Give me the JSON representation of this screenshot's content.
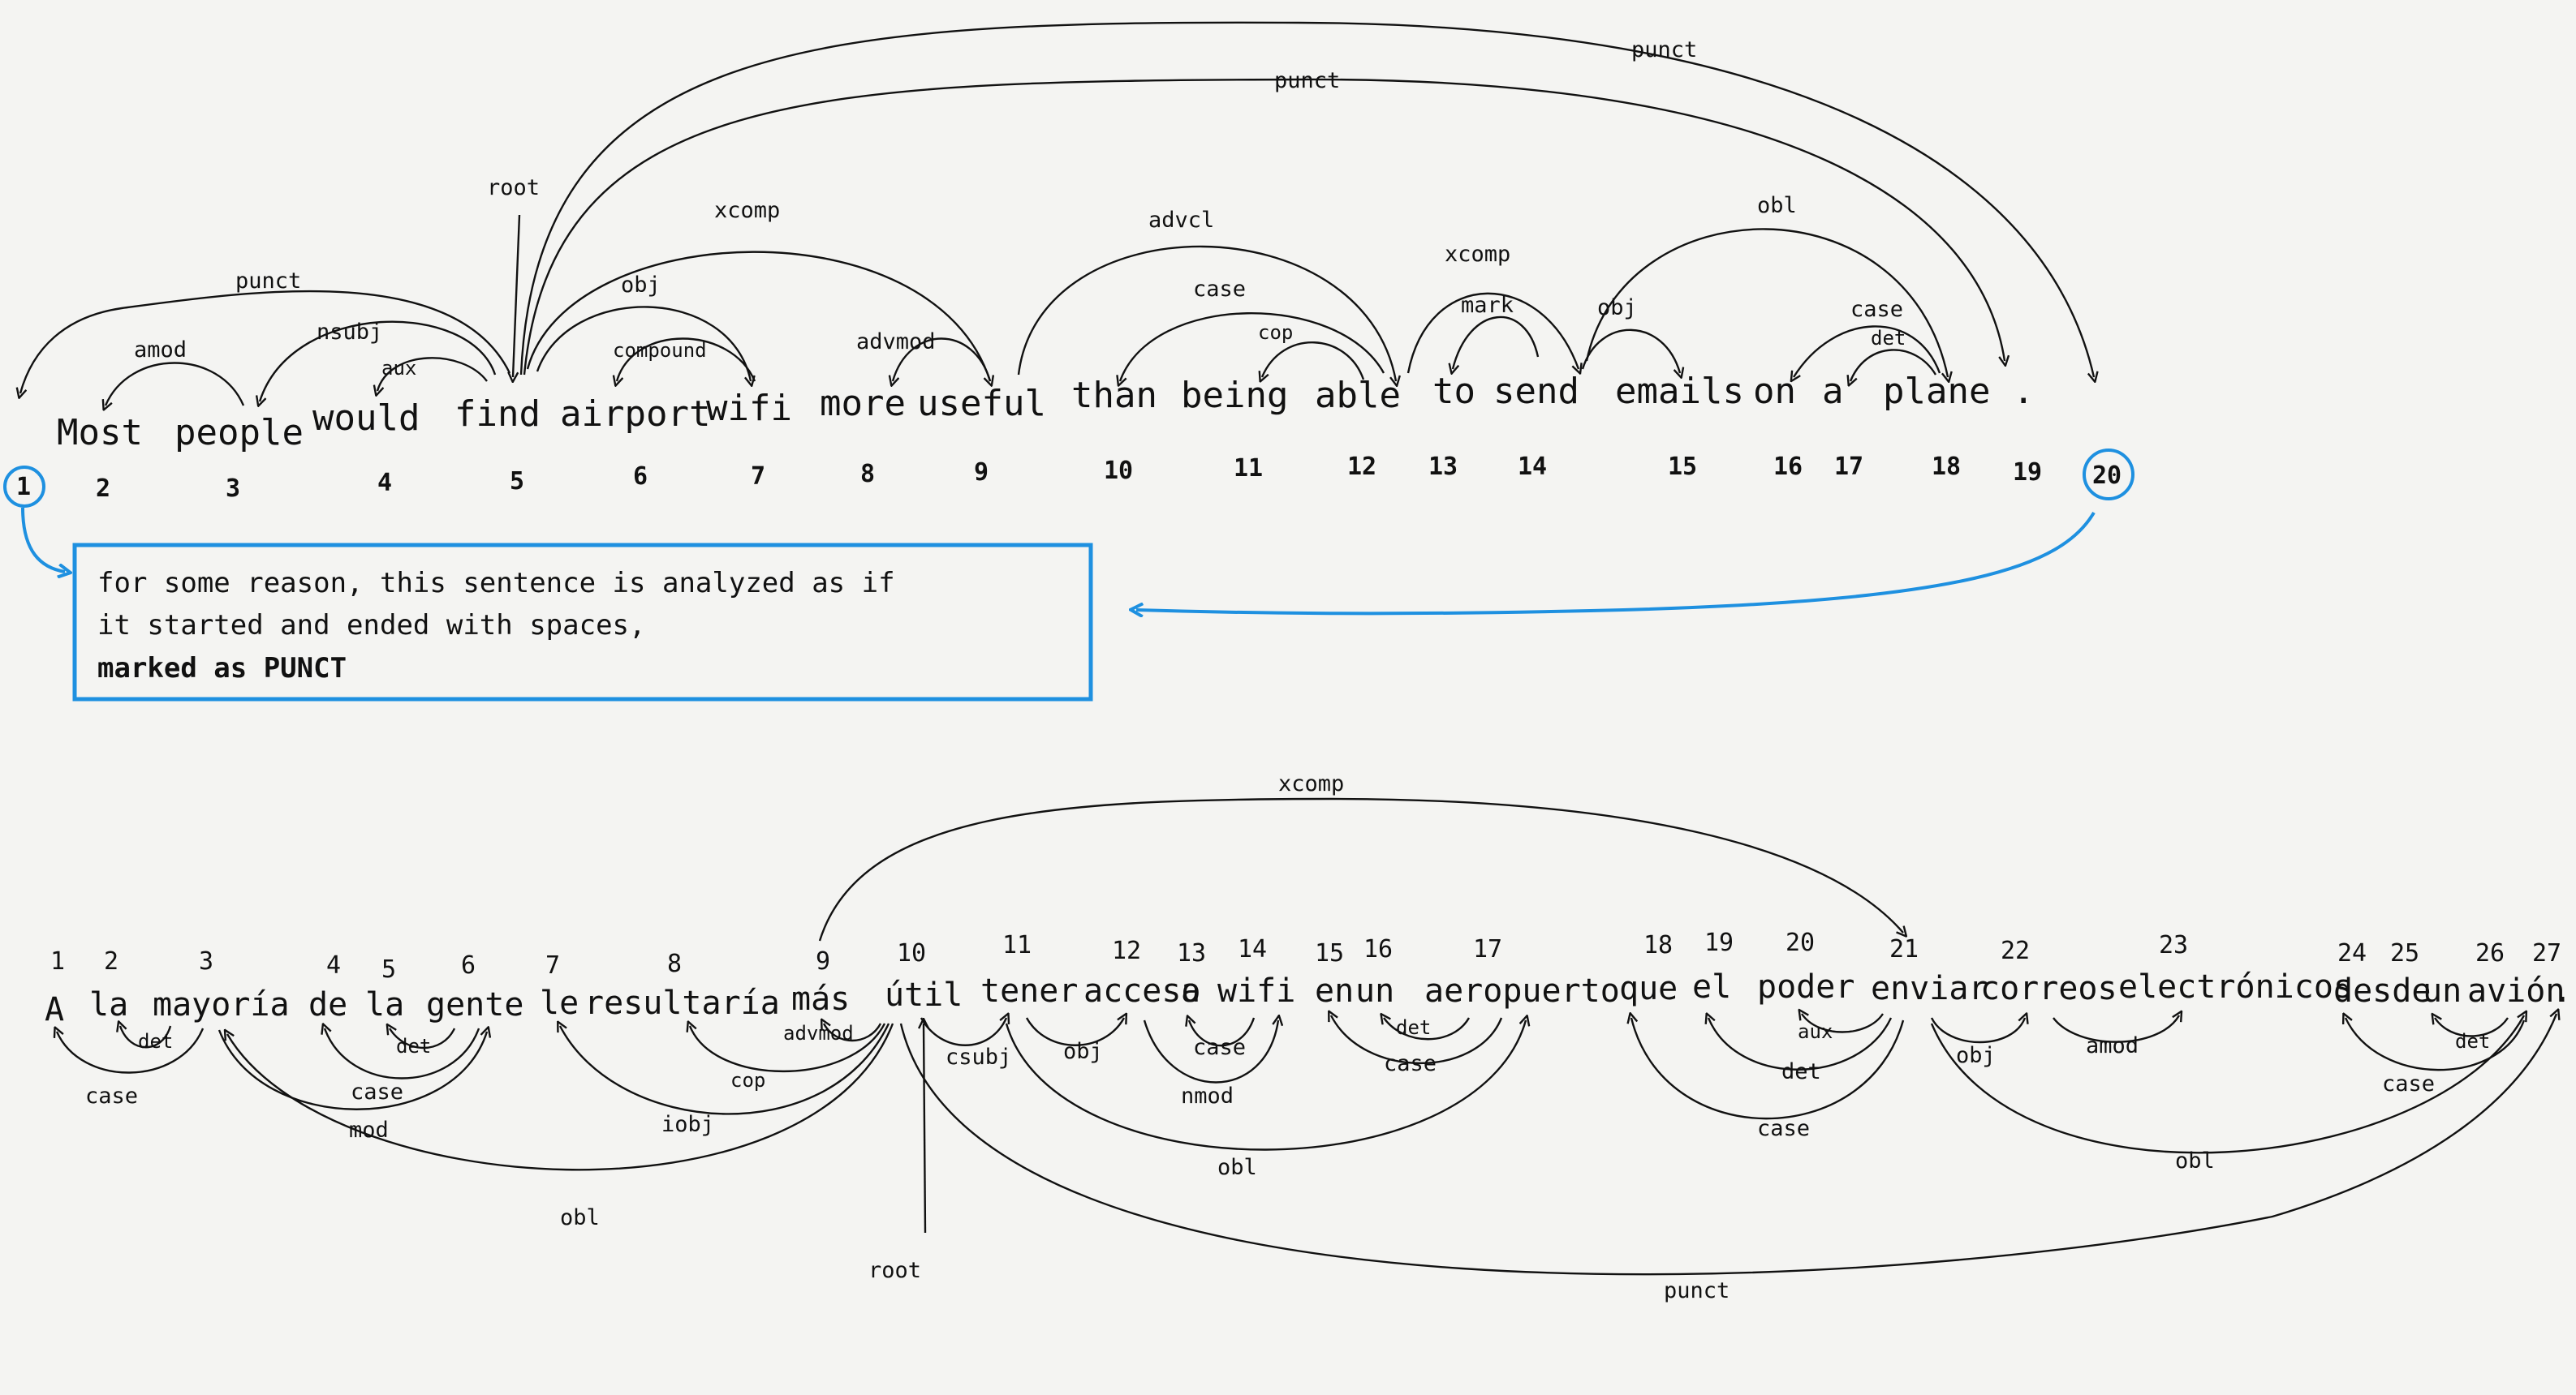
{
  "english": {
    "words": [
      "Most",
      "people",
      "would",
      "find",
      "airport",
      "wifi",
      "more",
      "useful",
      "than",
      "being",
      "able",
      "to",
      "send",
      "emails",
      "on",
      "a",
      "plane",
      "."
    ],
    "numbers": [
      "1",
      "2",
      "3",
      "4",
      "5",
      "6",
      "7",
      "8",
      "9",
      "10",
      "11",
      "12",
      "13",
      "14",
      "15",
      "16",
      "17",
      "18",
      "19",
      "20"
    ],
    "labels": {
      "root": "root",
      "punct_top": "punct",
      "punct_mid": "punct",
      "punct_left": "punct",
      "xcomp": "xcomp",
      "obj": "obj",
      "compound": "compound",
      "amod": "amod",
      "nsubj": "nsubj",
      "aux": "aux",
      "advmod": "advmod",
      "advcl": "advcl",
      "case": "case",
      "cop": "cop",
      "xcomp2": "xcomp",
      "mark": "mark",
      "obj2": "obj",
      "obl": "obl",
      "case2": "case",
      "det": "det"
    }
  },
  "note": {
    "line1": "for some reason, this sentence is analyzed as if",
    "line2": "it started and ended with spaces,",
    "line3": "marked as PUNCT"
  },
  "spanish": {
    "words": [
      "A",
      "la",
      "mayoría",
      "de",
      "la",
      "gente",
      "le",
      "resultaría",
      "más",
      "útil",
      "tener",
      "acceso",
      "a",
      "wifi",
      "en",
      "un",
      "aeropuerto",
      "que",
      "el",
      "poder",
      "enviar",
      "correos",
      "electrónicos",
      "desde",
      "un",
      "avión",
      "."
    ],
    "numbers": [
      "1",
      "2",
      "3",
      "4",
      "5",
      "6",
      "7",
      "8",
      "9",
      "10",
      "11",
      "12",
      "13",
      "14",
      "15",
      "16",
      "17",
      "18",
      "19",
      "20",
      "21",
      "22",
      "23",
      "24",
      "25",
      "26",
      "27"
    ],
    "labels": {
      "xcomp": "xcomp",
      "det1": "det",
      "case1": "case",
      "det2": "det",
      "case2": "case",
      "mod": "mod",
      "obl1": "obl",
      "iobj": "iobj",
      "cop": "cop",
      "advmod": "advmod",
      "csubj": "csubj",
      "obj": "obj",
      "case3": "case",
      "nmod": "nmod",
      "det3": "det",
      "case4": "case",
      "obl2": "obl",
      "aux": "aux",
      "det4": "det",
      "case5": "case",
      "obj2": "obj",
      "amod": "amod",
      "obl3": "obl",
      "det5": "det",
      "case6": "case",
      "root": "root",
      "punct": "punct"
    }
  }
}
